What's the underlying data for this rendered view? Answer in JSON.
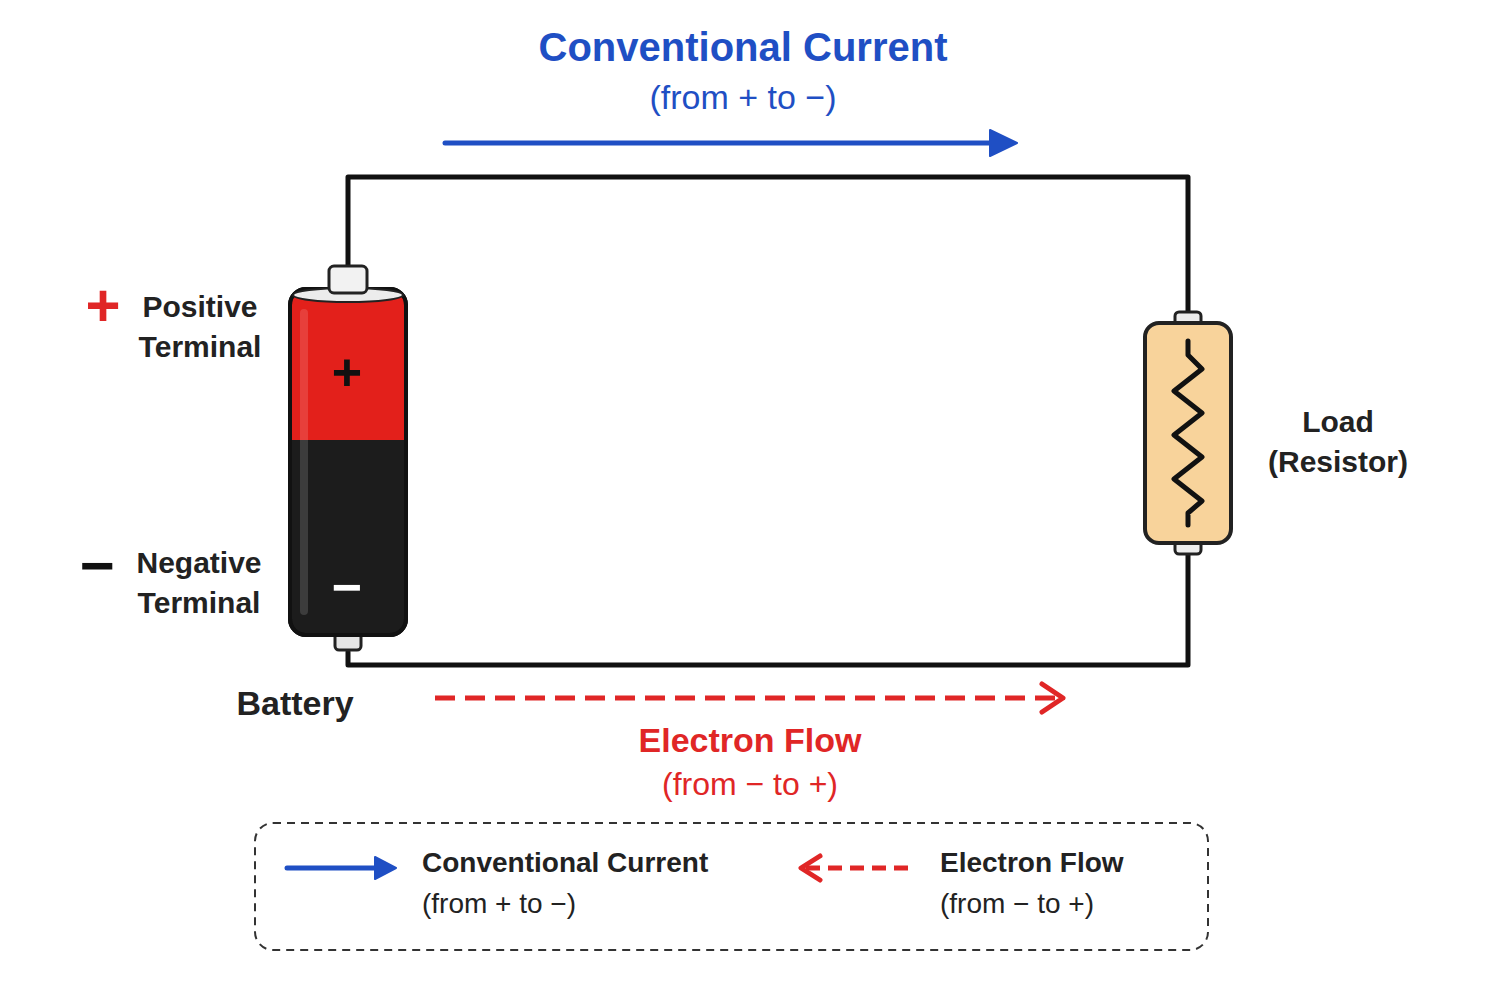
{
  "diagram": {
    "nodes": [
      {
        "text": [
          "+",
          "−",
          "Battery"
        ]
      },
      {
        "text": [
          "Load (Resistor)"
        ]
      }
    ],
    "edges": [
      {
        "from": 0,
        "to": 1,
        "arrow": "none"
      },
      {
        "from": 0,
        "to": 1,
        "arrow": "none"
      }
    ],
    "labels": [
      "Conventional Current",
      "(from + to −)",
      "+",
      "Positive Terminal",
      "−",
      "Negative Terminal",
      "Electron Flow",
      "(from − to +)"
    ],
    "legend": [
      {
        "text": "Conventional Current (from + to −)"
      },
      {
        "text": "Electron Flow (from − to +)"
      }
    ]
  }
}
